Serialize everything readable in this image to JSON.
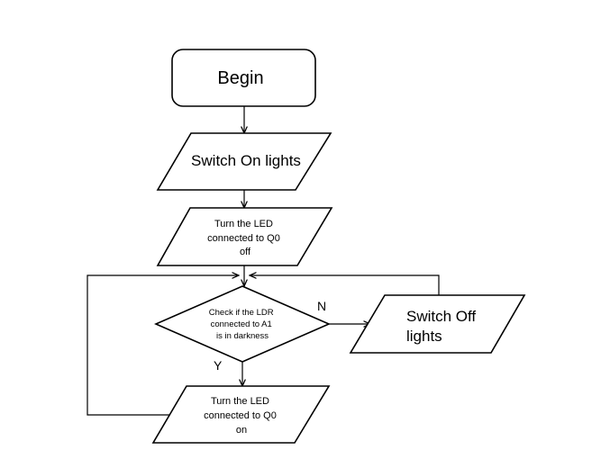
{
  "flowchart": {
    "begin": "Begin",
    "switch_on": "Switch On lights",
    "led_off": [
      "Turn the LED",
      "connected to Q0",
      "off"
    ],
    "decision": [
      "Check if the LDR",
      "connected to A1",
      "is in darkness"
    ],
    "switch_off": [
      "Switch Off",
      "lights"
    ],
    "led_on": [
      "Turn the LED",
      "connected to Q0",
      "on"
    ],
    "label_no": "N",
    "label_yes": "Y"
  }
}
